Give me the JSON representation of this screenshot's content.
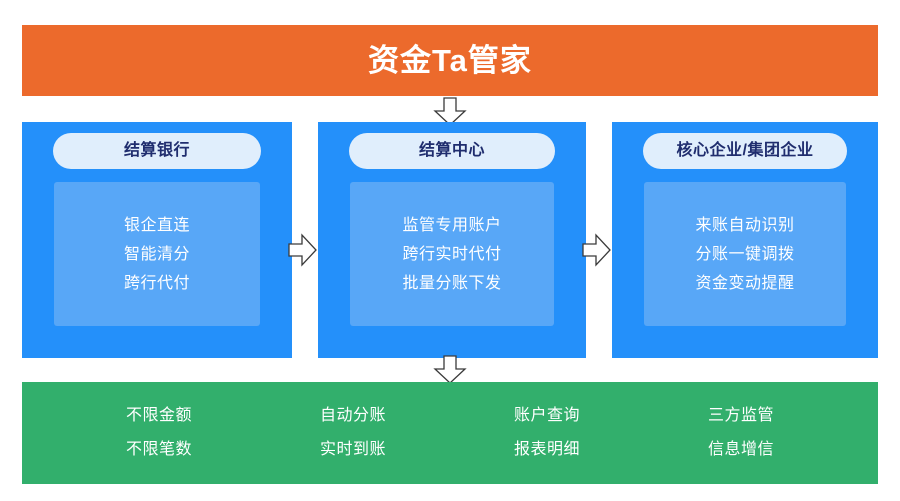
{
  "header": {
    "title": "资金Ta管家",
    "background_color": "#EC6A2C",
    "text_color": "#FFFFFF"
  },
  "flow": {
    "arrow_down_top": "arrow-down-icon",
    "arrow_down_bottom": "arrow-down-icon",
    "arrow_right_1": "arrow-right-icon",
    "arrow_right_2": "arrow-right-icon"
  },
  "pillars": [
    {
      "title": "结算银行",
      "items": [
        "银企直连",
        "智能清分",
        "跨行代付"
      ]
    },
    {
      "title": "结算中心",
      "items": [
        "监管专用账户",
        "跨行实时代付",
        "批量分账下发"
      ]
    },
    {
      "title": "核心企业/集团企业",
      "items": [
        "来账自动识别",
        "分账一键调拨",
        "资金变动提醒"
      ]
    }
  ],
  "footer": {
    "background_color": "#32AF6C",
    "columns": [
      {
        "top": "不限金额",
        "bottom": "不限笔数"
      },
      {
        "top": "自动分账",
        "bottom": "实时到账"
      },
      {
        "top": "账户查询",
        "bottom": "报表明细"
      },
      {
        "top": "三方监管",
        "bottom": "信息增信"
      }
    ]
  },
  "colors": {
    "orange": "#EC6A2C",
    "blue_outer": "#2490FA",
    "blue_inner": "#58A7F7",
    "pill_background": "#E0EEFC",
    "pill_text": "#1F2D6E",
    "green": "#32AF6C",
    "white": "#FFFFFF"
  }
}
